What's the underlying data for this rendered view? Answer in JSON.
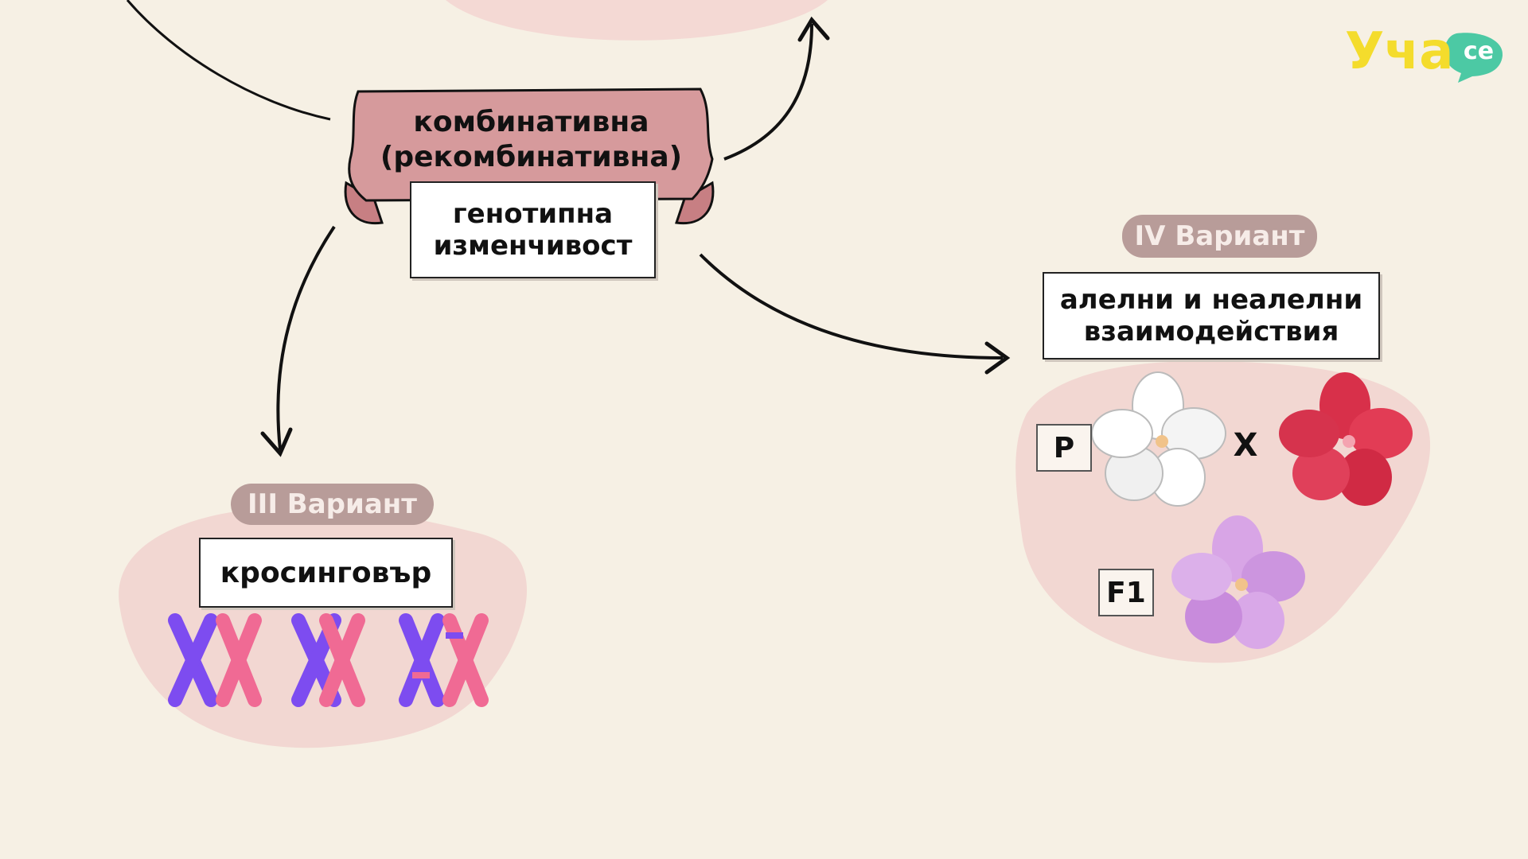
{
  "logo": {
    "text": "Уча",
    "badge": "се",
    "colors": {
      "yellow": "#f4dc2c",
      "green": "#4cc9a4"
    }
  },
  "center": {
    "banner_line1": "комбинативна",
    "banner_line2": "(рекомбинативна)",
    "box_line1": "генотипна",
    "box_line2": "изменчивост"
  },
  "variant3": {
    "tag": "III Вариант",
    "box": "кросинговър",
    "chromosome_pairs": 3
  },
  "variant4": {
    "tag": "IV Вариант",
    "box_line1": "алелни и неалелни",
    "box_line2": "взаимодействия",
    "parent_label": "P",
    "cross_symbol": "X",
    "f1_label": "F1",
    "flowers": [
      "white-flower",
      "red-flower",
      "purple-flower"
    ]
  },
  "colors": {
    "background": "#f6f0e4",
    "blob": "#f2d7d2",
    "banner": "#d69a9c",
    "tag": "#b89c99",
    "chromosome_purple": "#7d4cf0",
    "chromosome_pink": "#f06a94"
  }
}
